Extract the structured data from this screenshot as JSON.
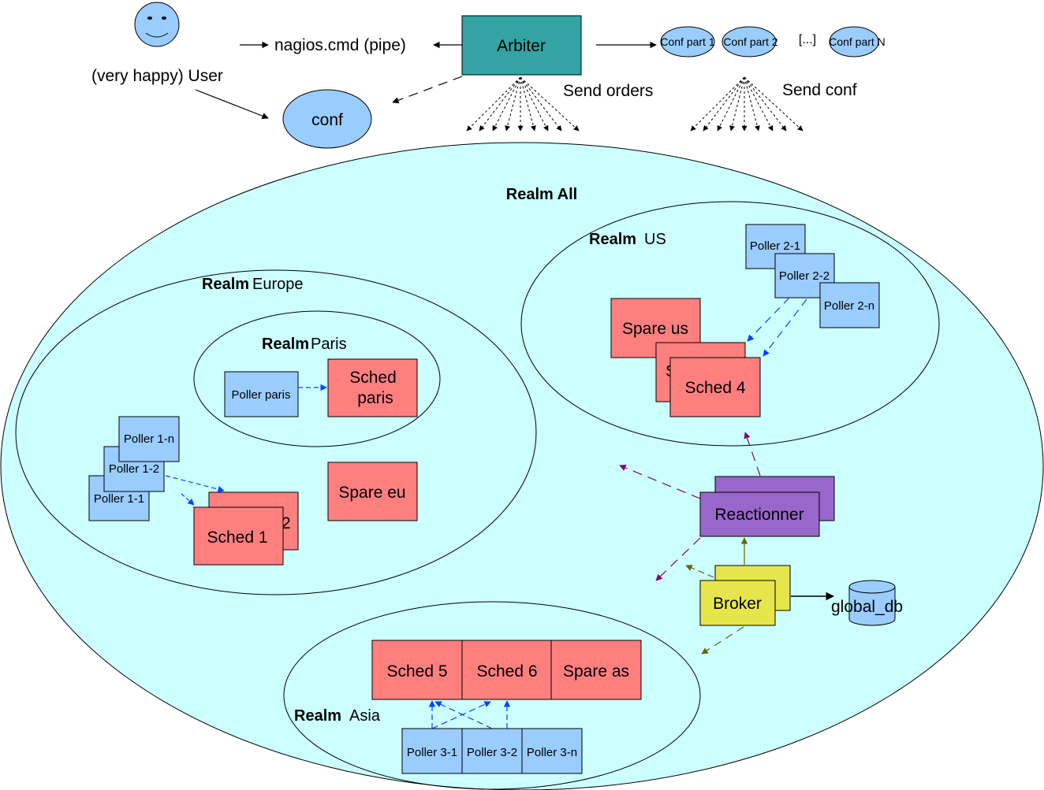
{
  "colors": {
    "realm_fill": "#ccffff",
    "node_blue": "#99ccff",
    "scheduler_red": "#ff7f7f",
    "arbiter_teal": "#33a3a3",
    "reactionner_purple": "#9966cc",
    "broker_yellow": "#e6e64c",
    "arrow_blue": "#0044ff",
    "arrow_purple": "#800080",
    "arrow_olive": "#666600"
  },
  "top": {
    "user_label": "(very happy) User",
    "pipe_label": "nagios.cmd (pipe)",
    "arbiter_label": "Arbiter",
    "conf_label": "conf",
    "send_orders_label": "Send orders",
    "send_conf_label": "Send conf",
    "conf_parts": [
      "Conf part 1",
      "Conf part 2",
      "[...]",
      "Conf part N"
    ]
  },
  "realms": {
    "keyword": "Realm",
    "all_label": "Realm All",
    "europe_name": "Europe",
    "paris_name": "Paris",
    "us_name": "US",
    "asia_name": "Asia"
  },
  "nodes": {
    "poller_paris": "Poller paris",
    "sched_paris_1": "Sched",
    "sched_paris_2": "paris",
    "poller_1_1": "Poller 1-1",
    "poller_1_2": "Poller 1-2",
    "poller_1_n": "Poller 1-n",
    "sched_1": "Sched 1",
    "sched_2_fragment": "2",
    "spare_eu": "Spare eu",
    "poller_2_1": "Poller 2-1",
    "poller_2_2": "Poller 2-2",
    "poller_2_n": "Poller 2-n",
    "spare_us": "Spare us",
    "sched_3_fragment": "S",
    "sched_4": "Sched 4",
    "reactionner": "Reactionner",
    "broker": "Broker",
    "global_db": "global_db",
    "sched_5": "Sched 5",
    "sched_6": "Sched 6",
    "spare_as": "Spare as",
    "poller_3_1": "Poller 3-1",
    "poller_3_2": "Poller 3-2",
    "poller_3_n": "Poller 3-n"
  }
}
